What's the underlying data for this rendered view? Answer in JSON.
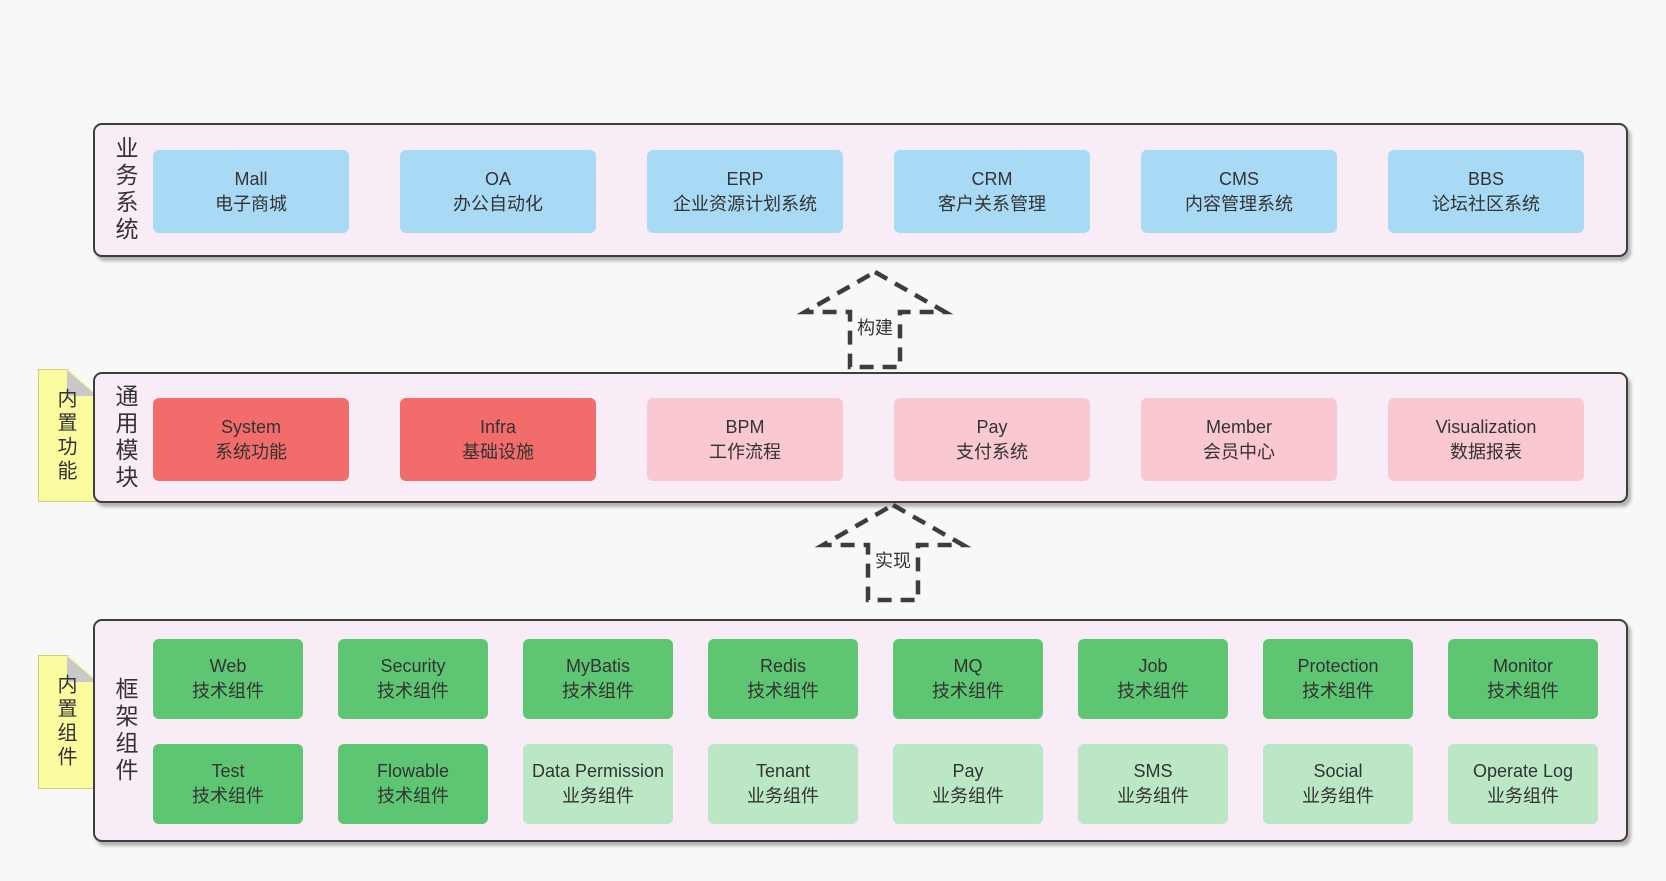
{
  "colors": {
    "page_bg": "#f8f8f8",
    "panel_bg": "#f8edf6",
    "panel_border": "#3e3e3e",
    "blue_box": "#a8daf6",
    "red_box": "#f26c6c",
    "pink_box": "#fac8d0",
    "green_box": "#5ec673",
    "light_green_box": "#bbe7c5",
    "note_yellow": "#fafa9e",
    "note_fold_gray": "#c9c9c9",
    "text": "#333333"
  },
  "arrows": [
    {
      "label": "构建"
    },
    {
      "label": "实现"
    }
  ],
  "layers": {
    "business": {
      "label": "业务系统",
      "boxes": [
        {
          "name": "Mall",
          "desc": "电子商城"
        },
        {
          "name": "OA",
          "desc": "办公自动化"
        },
        {
          "name": "ERP",
          "desc": "企业资源计划系统"
        },
        {
          "name": "CRM",
          "desc": "客户关系管理"
        },
        {
          "name": "CMS",
          "desc": "内容管理系统"
        },
        {
          "name": "BBS",
          "desc": "论坛社区系统"
        }
      ]
    },
    "modules": {
      "label": "通用模块",
      "note": "内置功能",
      "boxes": [
        {
          "name": "System",
          "desc": "系统功能",
          "variant": "red"
        },
        {
          "name": "Infra",
          "desc": "基础设施",
          "variant": "red"
        },
        {
          "name": "BPM",
          "desc": "工作流程",
          "variant": "pink"
        },
        {
          "name": "Pay",
          "desc": "支付系统",
          "variant": "pink"
        },
        {
          "name": "Member",
          "desc": "会员中心",
          "variant": "pink"
        },
        {
          "name": "Visualization",
          "desc": "数据报表",
          "variant": "pink"
        }
      ]
    },
    "components": {
      "label": "框架组件",
      "note": "内置组件",
      "row1": [
        {
          "name": "Web",
          "desc": "技术组件"
        },
        {
          "name": "Security",
          "desc": "技术组件"
        },
        {
          "name": "MyBatis",
          "desc": "技术组件"
        },
        {
          "name": "Redis",
          "desc": "技术组件"
        },
        {
          "name": "MQ",
          "desc": "技术组件"
        },
        {
          "name": "Job",
          "desc": "技术组件"
        },
        {
          "name": "Protection",
          "desc": "技术组件"
        },
        {
          "name": "Monitor",
          "desc": "技术组件"
        }
      ],
      "row2": [
        {
          "name": "Test",
          "desc": "技术组件",
          "variant": "green"
        },
        {
          "name": "Flowable",
          "desc": "技术组件",
          "variant": "green"
        },
        {
          "name": "Data Permission",
          "desc": "业务组件",
          "variant": "lightgreen"
        },
        {
          "name": "Tenant",
          "desc": "业务组件",
          "variant": "lightgreen"
        },
        {
          "name": "Pay",
          "desc": "业务组件",
          "variant": "lightgreen"
        },
        {
          "name": "SMS",
          "desc": "业务组件",
          "variant": "lightgreen"
        },
        {
          "name": "Social",
          "desc": "业务组件",
          "variant": "lightgreen"
        },
        {
          "name": "Operate Log",
          "desc": "业务组件",
          "variant": "lightgreen"
        }
      ]
    }
  }
}
